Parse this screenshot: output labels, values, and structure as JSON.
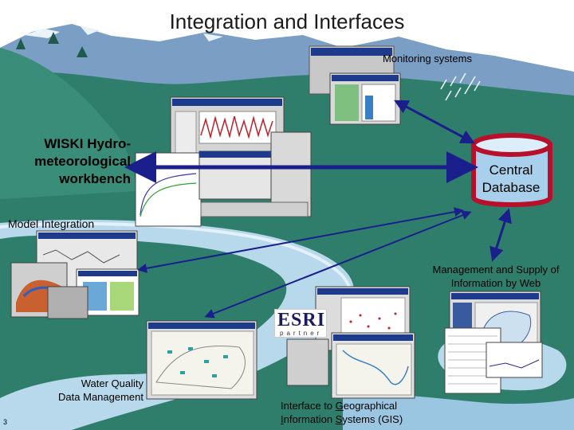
{
  "title": "Integration and Interfaces",
  "labels": {
    "monitoring": "Monitoring systems",
    "wiski_line1": "WISKI Hydro-",
    "wiski_line2": "meteorological",
    "wiski_line3": "workbench",
    "central_line1": "Central",
    "central_line2": "Database",
    "model_integration": "Model Integration",
    "management_line1": "Management and Supply of",
    "management_line2": "Information by Web",
    "water_quality_line1": "Water Quality",
    "water_quality_line2": "Data Management",
    "gis_line1_pre": "Interface to ",
    "gis_line1_u": "G",
    "gis_line1_post": "eographical",
    "gis_line2_pre": "",
    "gis_line2_u1": "I",
    "gis_line2_mid": "nformation ",
    "gis_line2_u2": "S",
    "gis_line2_post": "ystems (GIS)",
    "page_number": "3"
  },
  "logo": {
    "name": "ESRI",
    "subtitle": "partner"
  },
  "colors": {
    "land_green": "#2f7e6c",
    "mountain_blue": "#7a9ec4",
    "water_light": "#b8d8ec",
    "arrow_blue": "#1a1f8c",
    "db_red": "#b8102a"
  }
}
